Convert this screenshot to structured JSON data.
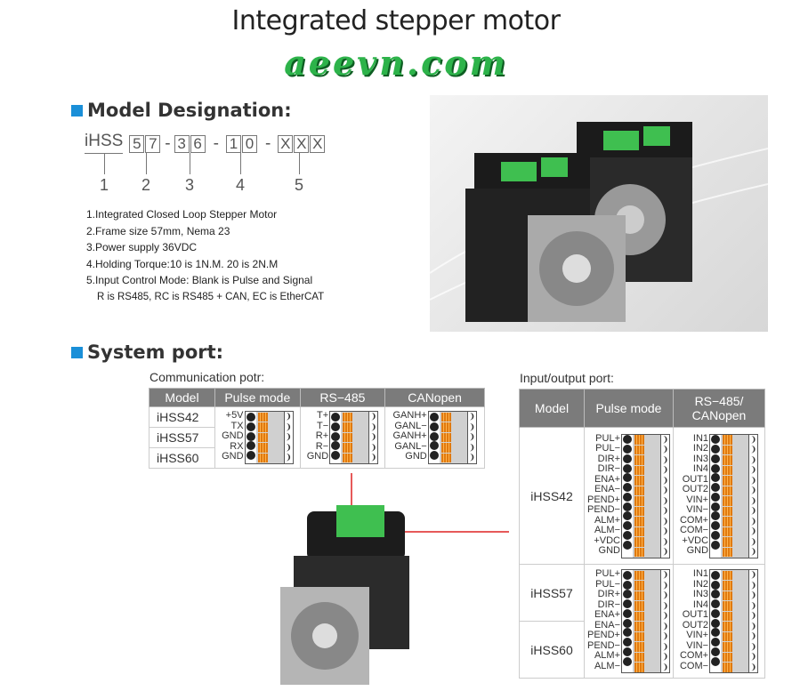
{
  "title": "Integrated stepper motor",
  "brand": "aeevn.com",
  "model_designation": {
    "heading": "Model Designation:",
    "prefix": "iHSS",
    "groups": [
      [
        "5",
        "7"
      ],
      [
        "3",
        "6"
      ],
      [
        "1",
        "0"
      ],
      [
        "X",
        "X",
        "X"
      ]
    ],
    "numbers": [
      "1",
      "2",
      "3",
      "4",
      "5"
    ],
    "items": [
      "1.Integrated Closed Loop Stepper Motor",
      "2.Frame size 57mm, Nema 23",
      "3.Power supply 36VDC",
      "4.Holding Torque:10 is 1N.M. 20 is 2N.M",
      "5.Input Control Mode: Blank is Pulse and Signal",
      "R is RS485, RC is RS485 + CAN, EC is EtherCAT"
    ]
  },
  "system_port": {
    "heading": "System port:",
    "communication": {
      "caption": "Communication potr:",
      "headers": [
        "Model",
        "Pulse mode",
        "RS−485",
        "CANopen"
      ],
      "models": [
        "iHSS42",
        "iHSS57",
        "iHSS60"
      ],
      "pins": [
        [
          "+5V",
          "TX",
          "GND",
          "RX",
          "GND"
        ],
        [
          "T+",
          "T−",
          "R+",
          "R−",
          "GND"
        ],
        [
          "GANH+",
          "GANL−",
          "GANH+",
          "GANL−",
          "GND"
        ]
      ]
    },
    "io": {
      "caption": "Input/output port:",
      "headers": [
        "Model",
        "Pulse mode",
        "RS−485/ CANopen"
      ],
      "models": [
        "iHSS42",
        "iHSS57",
        "iHSS60"
      ],
      "pins42": [
        [
          "PUL+",
          "PUL−",
          "DIR+",
          "DIR−",
          "ENA+",
          "ENA−",
          "PEND+",
          "PEND−",
          "ALM+",
          "ALM−",
          "+VDC",
          "GND"
        ],
        [
          "IN1",
          "IN2",
          "IN3",
          "IN4",
          "OUT1",
          "OUT2",
          "VIN+",
          "VIN−",
          "COM+",
          "COM−",
          "+VDC",
          "GND"
        ]
      ],
      "pins57": [
        [
          "PUL+",
          "PUL−",
          "DIR+",
          "DIR−",
          "ENA+",
          "ENA−",
          "PEND+",
          "PEND−",
          "ALM+",
          "ALM−"
        ],
        [
          "IN1",
          "IN2",
          "IN3",
          "IN4",
          "OUT1",
          "OUT2",
          "VIN+",
          "VIN−",
          "COM+",
          "COM−"
        ]
      ]
    }
  },
  "colors": {
    "accent": "#1a8fd8",
    "brand": "#2db34a",
    "header": "#7b7b7b",
    "terminal": "#e07a10"
  }
}
